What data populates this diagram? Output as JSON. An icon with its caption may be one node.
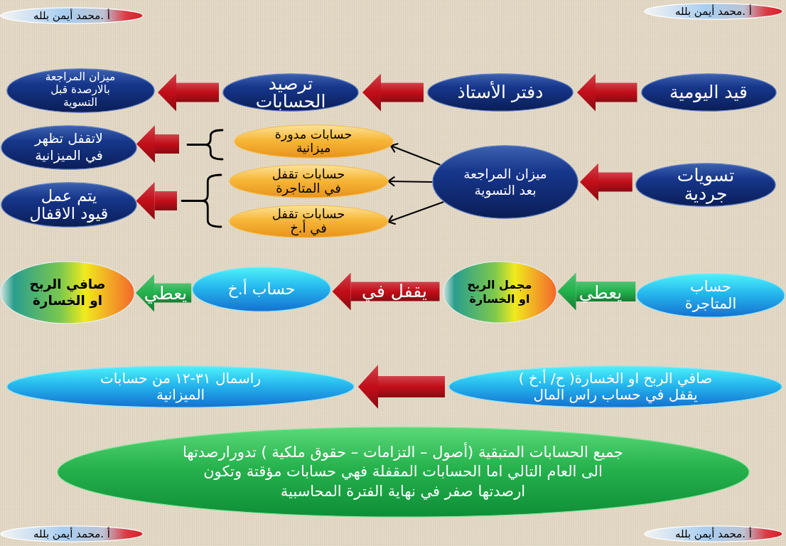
{
  "diagram": {
    "nodes": [
      {
        "text": [
          "أ .محمد أيمن بلله"
        ]
      },
      {
        "text": [
          "أ .محمد أيمن بلله"
        ]
      },
      {
        "text": [
          "قيد اليومية"
        ]
      },
      {
        "text": [
          "دفتر الأستاذ"
        ]
      },
      {
        "text": [
          "ترصيد الحسابات"
        ]
      },
      {
        "text": [
          "ميزان المراجعة بالارصدة قبل التسوية"
        ]
      },
      {
        "text": [
          "تسويات جردية"
        ]
      },
      {
        "text": [
          "ميزان المراجعة بعد التسوية"
        ]
      },
      {
        "text": [
          "حسابات مدورة ميزانية"
        ]
      },
      {
        "text": [
          "حسابات تقفل في المتاجرة"
        ]
      },
      {
        "text": [
          "حسابات تقفل في أ.خ"
        ]
      },
      {
        "text": [],
        "shape": "brace"
      },
      {
        "text": [],
        "shape": "brace"
      },
      {
        "text": [
          "لاتقفل تظهر في الميزانية"
        ]
      },
      {
        "text": [
          "يتم عمل قيود الاقفال"
        ]
      },
      {
        "text": [
          "حساب المتاجرة"
        ]
      },
      {
        "text": [
          "مجمل الربح او الخسارة"
        ]
      },
      {
        "text": [
          "حساب أ.خ"
        ]
      },
      {
        "text": [
          "صافي الربح او الخسارة"
        ]
      },
      {
        "text": [
          "صافي الربح او الخسارة( ح/ أ.خ ) يقفل في حساب راس المال"
        ]
      },
      {
        "text": [
          "راسمال ٣١-١٢ من حسابات الميزانية"
        ]
      },
      {
        "text": [
          "جميع الحسابات المتبقية (أصول – التزامات – حقوق ملكية ) تدورارصدتها الى العام التالي اما الحسابات المقفلة فهي حسابات مؤقتة وتكون ارصدتها صفر في نهاية الفترة المحاسبية"
        ]
      },
      {
        "text": [
          "أ .محمد أيمن بلله"
        ]
      },
      {
        "text": [
          "أ .محمد أيمن بلله"
        ]
      }
    ],
    "edges": [
      {
        "from": 2,
        "to": 3,
        "arrow": "to",
        "style": "thick"
      },
      {
        "from": 3,
        "to": 4,
        "arrow": "to",
        "style": "thick"
      },
      {
        "from": 4,
        "to": 5,
        "arrow": "to",
        "style": "thick"
      },
      {
        "from": 6,
        "to": 7,
        "arrow": "to",
        "style": "thick"
      },
      {
        "from": 7,
        "to": 8,
        "arrow": "to",
        "color": "#000000"
      },
      {
        "from": 7,
        "to": 9,
        "arrow": "to",
        "color": "#000000"
      },
      {
        "from": 7,
        "to": 10,
        "arrow": "to",
        "color": "#000000"
      },
      {
        "from": 11,
        "to": 13,
        "arrow": "to",
        "style": "thick"
      },
      {
        "from": 12,
        "to": 14,
        "arrow": "to",
        "style": "thick"
      },
      {
        "from": 15,
        "to": 16,
        "arrow": "to",
        "style": "thick",
        "color": "#22b14c",
        "label": "يعطي"
      },
      {
        "from": 16,
        "to": 17,
        "arrow": "to",
        "style": "thick",
        "label": "يقفل في"
      },
      {
        "from": 17,
        "to": 18,
        "arrow": "to",
        "style": "thick",
        "color": "#22b14c",
        "label": "يعطي"
      },
      {
        "from": 19,
        "to": 20,
        "arrow": "to",
        "style": "thick"
      }
    ]
  }
}
